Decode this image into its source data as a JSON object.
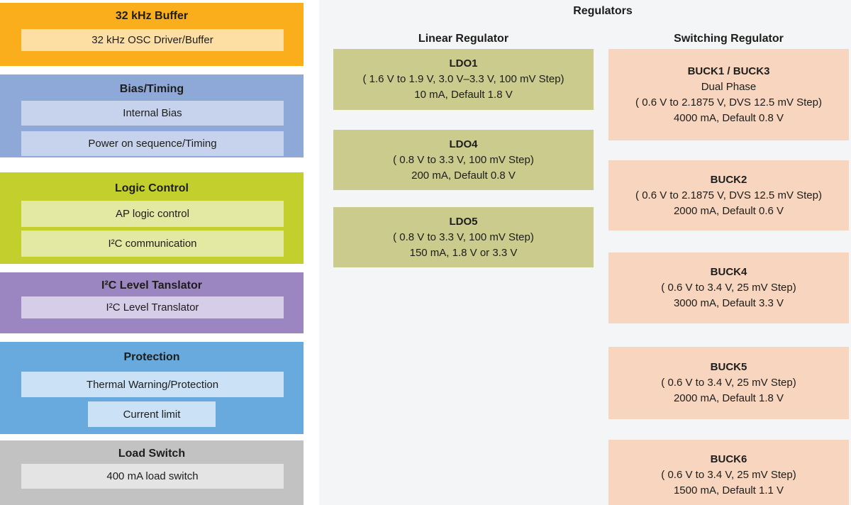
{
  "palette": {
    "buffer_block": "#FAAE1B",
    "buffer_inner": "#FDDFA4",
    "bias_block": "#8EA8D8",
    "bias_inner": "#C7D3EC",
    "logic_block": "#C2CF2C",
    "logic_inner": "#E3E8A3",
    "i2c_block": "#9C86C2",
    "i2c_inner": "#D6CDE8",
    "protection_block": "#68AADE",
    "protection_inner": "#CBE2F6",
    "load_block": "#C2C2C2",
    "load_inner": "#E4E4E4",
    "ldo_box": "#CACB8D",
    "buck_box": "#F7D5BE",
    "panel_bg": "#F3F5F6",
    "text": "#1d1d1b"
  },
  "left_blocks": [
    {
      "title": "32 kHz Buffer",
      "items": [
        "32 kHz OSC Driver/Buffer"
      ]
    },
    {
      "title": "Bias/Timing",
      "items": [
        "Internal Bias",
        "Power on sequence/Timing"
      ]
    },
    {
      "title": "Logic Control",
      "items": [
        "AP logic control",
        "I²C communication"
      ]
    },
    {
      "title": "I²C Level Tanslator",
      "items": [
        "I²C Level Translator"
      ]
    },
    {
      "title": "Protection",
      "items": [
        "Thermal Warning/Protection",
        "Current limit"
      ]
    },
    {
      "title": "Load Switch",
      "items": [
        "400 mA load switch"
      ]
    }
  ],
  "regulators": {
    "title": "Regulators",
    "linear": {
      "header": "Linear Regulator",
      "boxes": [
        {
          "name": "LDO1",
          "lines": [
            "( 1.6 V to 1.9 V, 3.0 V–3.3 V, 100 mV Step)",
            "10 mA, Default 1.8 V"
          ]
        },
        {
          "name": "LDO4",
          "lines": [
            "( 0.8 V to 3.3 V, 100 mV Step)",
            "200 mA, Default 0.8 V"
          ]
        },
        {
          "name": "LDO5",
          "lines": [
            "( 0.8 V to 3.3 V, 100 mV Step)",
            "150 mA, 1.8 V or 3.3 V"
          ]
        }
      ]
    },
    "switching": {
      "header": "Switching Regulator",
      "boxes": [
        {
          "name": "BUCK1 / BUCK3",
          "lines": [
            "Dual Phase",
            "( 0.6 V to 2.1875 V, DVS 12.5 mV Step)",
            "4000 mA, Default 0.8 V"
          ]
        },
        {
          "name": "BUCK2",
          "lines": [
            "( 0.6 V to 2.1875 V, DVS 12.5 mV Step)",
            "2000 mA, Default 0.6 V"
          ]
        },
        {
          "name": "BUCK4",
          "lines": [
            "( 0.6 V to 3.4 V, 25 mV Step)",
            "3000 mA, Default 3.3 V"
          ]
        },
        {
          "name": "BUCK5",
          "lines": [
            "( 0.6 V to 3.4 V, 25 mV Step)",
            "2000 mA, Default 1.8 V"
          ]
        },
        {
          "name": "BUCK6",
          "lines": [
            "( 0.6 V to 3.4 V, 25 mV Step)",
            "1500 mA, Default 1.1 V"
          ]
        }
      ]
    }
  }
}
